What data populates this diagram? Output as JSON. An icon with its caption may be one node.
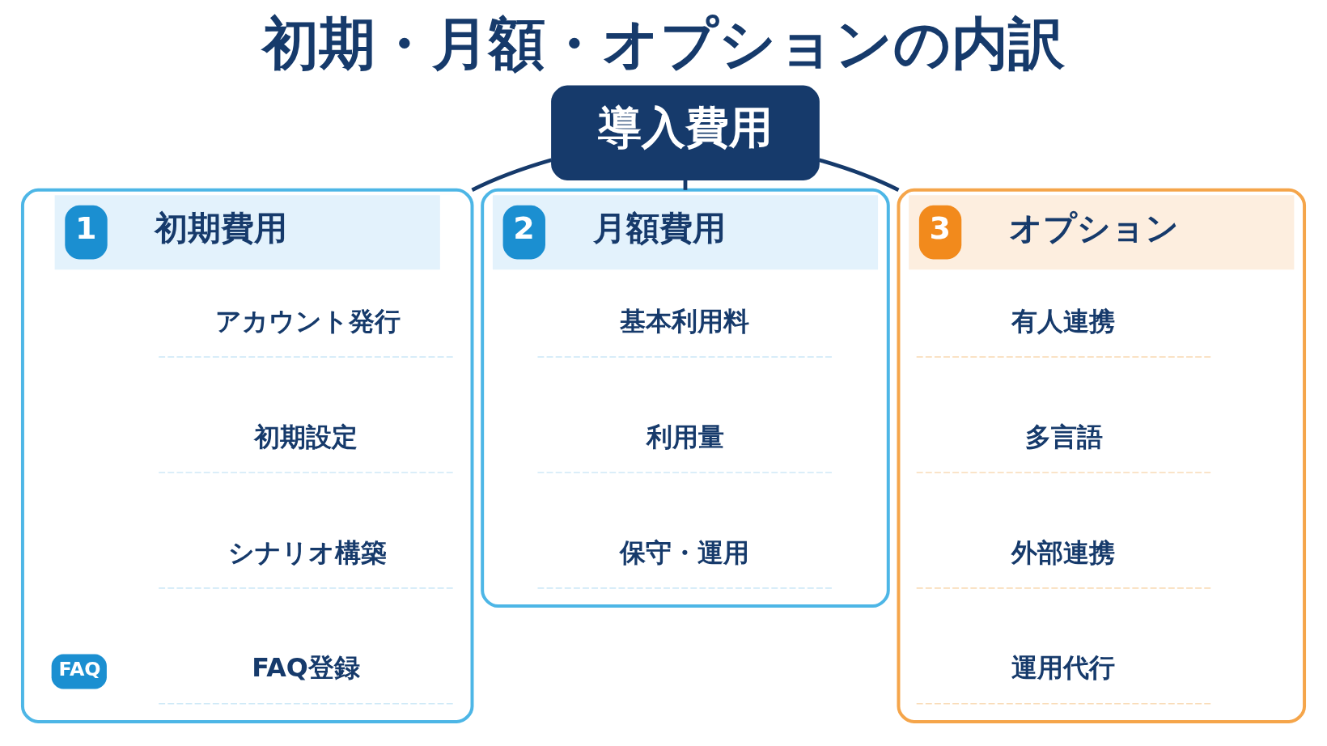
{
  "diagram": {
    "title": "初期・月額・オプションの内訳",
    "nodes": [
      {
        "text": [
          "導入費用"
        ]
      },
      {
        "text": [
          "1",
          "初期費用"
        ]
      },
      {
        "text": [
          "アカウント発行"
        ],
        "in": 1
      },
      {
        "text": [
          "初期設定"
        ],
        "in": 1
      },
      {
        "text": [
          "シナリオ構築"
        ],
        "in": 1
      },
      {
        "text": [
          "FAQ登録"
        ],
        "in": 1
      },
      {
        "text": [
          "2",
          "月額費用"
        ]
      },
      {
        "text": [
          "基本利用料"
        ],
        "in": 6
      },
      {
        "text": [
          "利用量"
        ],
        "in": 6
      },
      {
        "text": [
          "保守・運用"
        ],
        "in": 6
      },
      {
        "text": [
          "3",
          "オプション"
        ]
      },
      {
        "text": [
          "有人連携"
        ],
        "in": 10
      },
      {
        "text": [
          "多言語"
        ],
        "in": 10
      },
      {
        "text": [
          "外部連携"
        ],
        "in": 10
      },
      {
        "text": [
          "運用代行"
        ],
        "in": 10
      }
    ],
    "edges": [
      {
        "from": 0,
        "to": 1,
        "arrow": "none"
      },
      {
        "from": 0,
        "to": 6,
        "arrow": "none"
      },
      {
        "from": 0,
        "to": 10,
        "arrow": "none"
      }
    ],
    "labels": [
      "FAQ"
    ]
  }
}
